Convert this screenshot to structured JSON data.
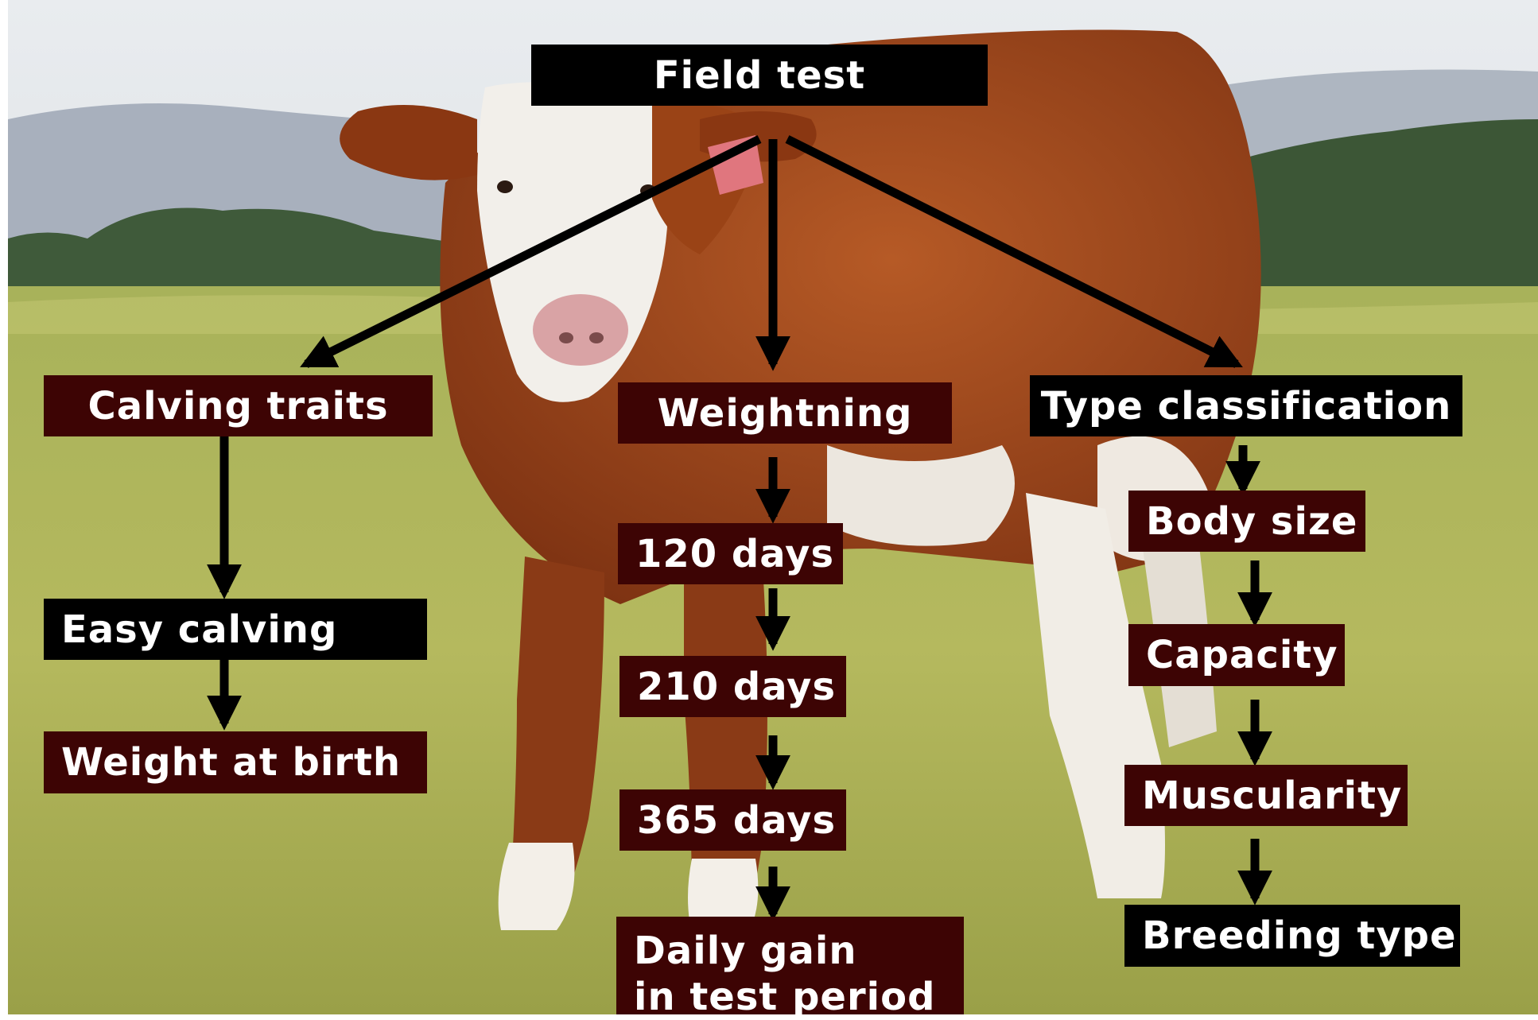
{
  "diagram": {
    "root": "Field test",
    "branches": [
      {
        "title": "Calving traits",
        "steps": [
          "Easy calving",
          "Weight at birth"
        ]
      },
      {
        "title": "Weightning",
        "steps": [
          "120 days",
          "210 days",
          "365 days"
        ],
        "final_line1": "Daily gain",
        "final_line2": "in test period"
      },
      {
        "title": "Type classification",
        "steps": [
          "Body size",
          "Capacity",
          "Muscularity",
          "Breeding type"
        ]
      }
    ]
  },
  "colors": {
    "box_black": "#000000",
    "box_maroon": "#3d0404",
    "text": "#ffffff",
    "arrow": "#000000"
  }
}
